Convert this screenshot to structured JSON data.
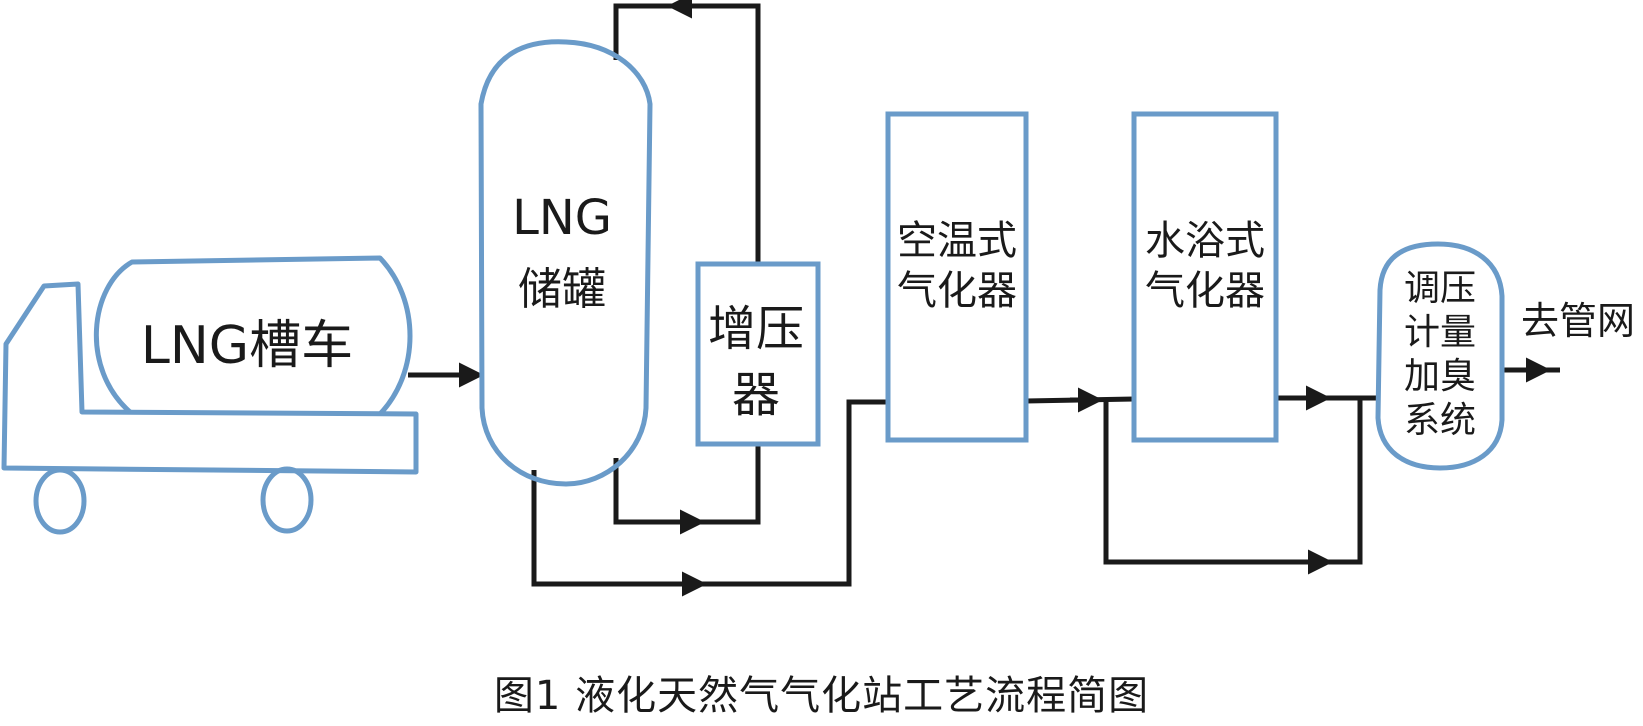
{
  "colors": {
    "equipment_outline": "#6a9bc9",
    "pipe_line": "#1a1a1a",
    "text": "#1a1a1a",
    "background": "#ffffff"
  },
  "nodes": {
    "tanker": {
      "label": "LNG槽车"
    },
    "storage_tank": {
      "label_line1": "LNG",
      "label_line2": "储罐"
    },
    "booster": {
      "label_line1": "增压",
      "label_line2": "器"
    },
    "ambient_vaporizer": {
      "label_line1": "空温式",
      "label_line2": "气化器"
    },
    "water_bath_vaporizer": {
      "label_line1": "水浴式",
      "label_line2": "气化器"
    },
    "regulating_system": {
      "label_line1": "调压",
      "label_line2": "计量",
      "label_line3": "加臭",
      "label_line4": "系统"
    },
    "outlet": {
      "label": "去管网"
    }
  },
  "caption": "图1 液化天然气气化站工艺流程简图"
}
